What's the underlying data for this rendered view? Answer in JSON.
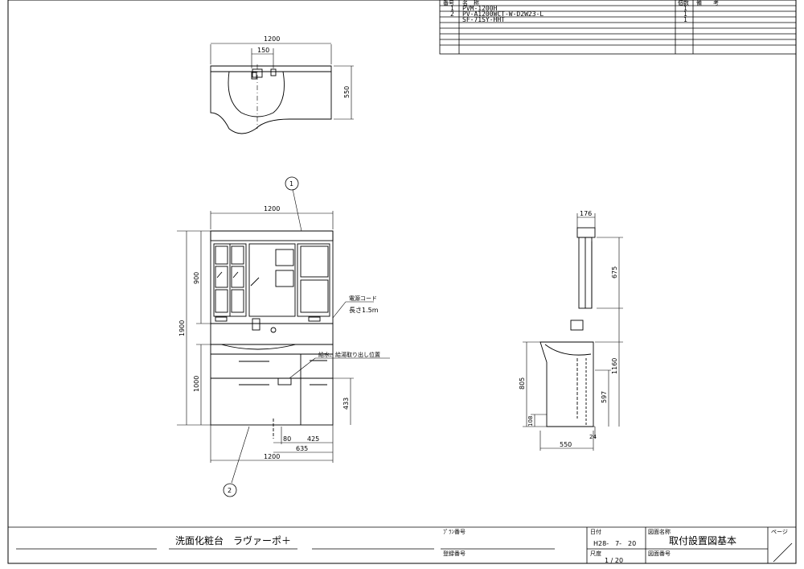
{
  "parts_table": {
    "headers": {
      "no": "番号",
      "name": "名　称",
      "qty": "個数",
      "note": "備　　考"
    },
    "rows": [
      {
        "no": "1",
        "name": "PVM-1200H",
        "qty": "1"
      },
      {
        "no": "2",
        "name": "PV-A1200WCT-W-D2W23-L",
        "qty": "1"
      },
      {
        "no": "",
        "name": "SF-71SY-HHT",
        "qty": "1"
      }
    ]
  },
  "top_view": {
    "width": "1200",
    "faucet_spacing": "150",
    "depth": "550"
  },
  "front_view": {
    "callout_1": "1",
    "callout_2": "2",
    "mirror_width": "1200",
    "cabinet_width": "1200",
    "total_height": "1900",
    "mirror_height": "900",
    "cabinet_height": "1000",
    "power_cord_label": "電源コード",
    "power_cord_length": "長さ1.5m",
    "pipe_label": "給水、給湯取り出し位置",
    "pipe_height": "433",
    "dim_80": "80",
    "dim_425": "425",
    "dim_635": "635"
  },
  "side_view": {
    "top_depth": "176",
    "mirror_height": "675",
    "counter_height": "805",
    "total_height": "1160",
    "pipe_height": "597",
    "base_height": "108",
    "toe_height": "24",
    "depth": "550"
  },
  "title_block": {
    "product_name": "洗面化粧台　ラヴァーポ＋",
    "plan_no_label": "ﾌﾟﾗﾝ番号",
    "approval_label": "登録番号",
    "date_label": "日付",
    "date": "H28-　7-　20",
    "scale_label": "尺度",
    "scale": "1 / 20",
    "drawing_name_label": "図面名称",
    "drawing_name": "取付設置図基本",
    "drawing_no_label": "図面番号",
    "page_label": "ページ"
  }
}
